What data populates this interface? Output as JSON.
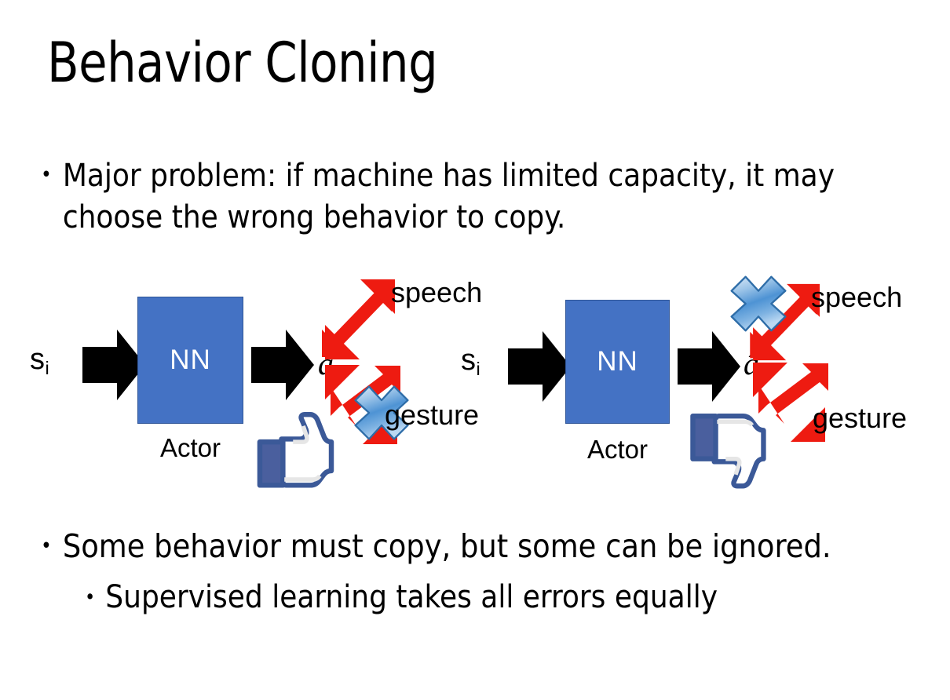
{
  "slide": {
    "title": "Behavior Cloning",
    "background_color": "#FFFFFF",
    "text_color": "#000000"
  },
  "bullets": [
    {
      "marker": "•",
      "level": 1,
      "text": "Major problem: if machine has limited capacity, it may choose the wrong behavior to copy."
    },
    {
      "marker": "•",
      "level": 1,
      "text": "Some behavior must copy, but some can be ignored."
    },
    {
      "marker": "•",
      "level": 2,
      "text": "Supervised learning takes all errors equally"
    }
  ],
  "diagrams": [
    {
      "id": "left",
      "input_label": "s",
      "input_subscript": "i",
      "network_label": "NN",
      "network_caption": "Actor",
      "output_label": "â",
      "output_subscript": "i",
      "branches": [
        {
          "name": "speech",
          "label": "speech",
          "direction": "up-right",
          "crossed_out": false
        },
        {
          "name": "gesture",
          "label": "gesture",
          "direction": "down-right",
          "crossed_out": true
        }
      ],
      "verdict_icon": "thumbs-up-icon",
      "colors": {
        "network_fill": "#4472C4",
        "network_border": "#2F5597",
        "network_text": "#FFFFFF",
        "branch_arrow": "#EE1B11",
        "flow_arrow": "#000000",
        "cross_mark": "#5B9BD5",
        "thumb_outline": "#3B5998"
      }
    },
    {
      "id": "right",
      "input_label": "s",
      "input_subscript": "i",
      "network_label": "NN",
      "network_caption": "Actor",
      "output_label": "â",
      "output_subscript": "i",
      "branches": [
        {
          "name": "speech",
          "label": "speech",
          "direction": "up-right",
          "crossed_out": true
        },
        {
          "name": "gesture",
          "label": "gesture",
          "direction": "down-right",
          "crossed_out": false
        }
      ],
      "verdict_icon": "thumbs-down-icon",
      "colors": {
        "network_fill": "#4472C4",
        "network_border": "#2F5597",
        "network_text": "#FFFFFF",
        "branch_arrow": "#EE1B11",
        "flow_arrow": "#000000",
        "cross_mark": "#5B9BD5",
        "thumb_outline": "#3B5998"
      }
    }
  ]
}
